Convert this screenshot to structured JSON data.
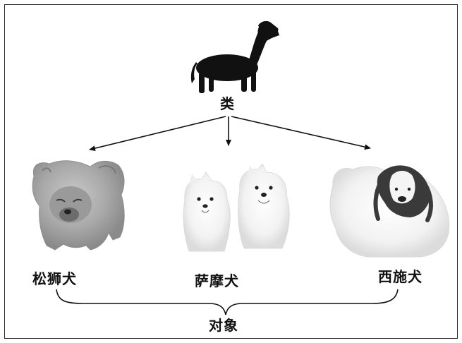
{
  "class_node": {
    "label": "类",
    "icon": "dog-silhouette-icon"
  },
  "instances": [
    {
      "label": "松狮犬",
      "icon": "chow-chow-photo"
    },
    {
      "label": "萨摩犬",
      "icon": "samoyed-photo"
    },
    {
      "label": "西施犬",
      "icon": "shih-tzu-photo"
    }
  ],
  "group_label": "对象",
  "colors": {
    "ink": "#111111",
    "frame": "#2a2a2a"
  }
}
